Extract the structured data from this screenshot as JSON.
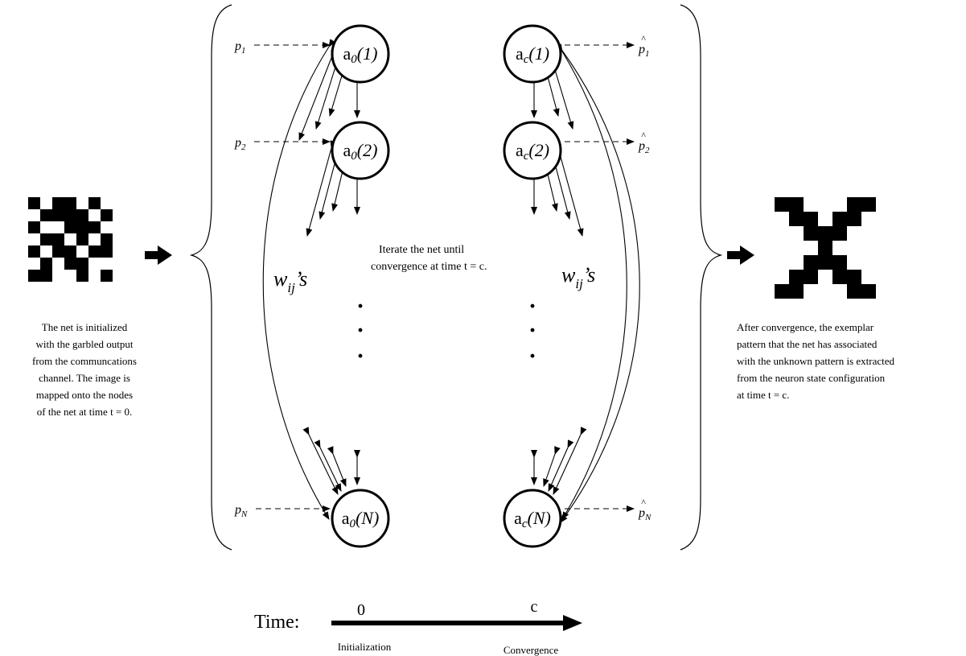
{
  "inputs": [
    "p",
    "p",
    "p"
  ],
  "input_subscripts": [
    "1",
    "2",
    "N"
  ],
  "outputs": [
    "p",
    "p",
    "p"
  ],
  "output_hat": "^",
  "output_subscripts": [
    "1",
    "2",
    "N"
  ],
  "node_base": "a",
  "node_initial_sub": "0",
  "node_final_sub": "c",
  "node_args": [
    "(1)",
    "(2)",
    "(N)"
  ],
  "weights": {
    "w": "w",
    "sub": "ij",
    "suffix": "’s"
  },
  "center_text": [
    "Iterate the net until",
    "convergence at time t = c."
  ],
  "ellipsis": "·",
  "left_caption": [
    "The net is initialized",
    "with the garbled output",
    "from the communcations",
    "channel. The image is",
    "mapped onto the nodes",
    "of the net at time t = 0."
  ],
  "right_caption": [
    "After convergence, the exemplar",
    "pattern that the net has associated",
    "with the unknown pattern is extracted",
    "from the neuron state configuration",
    "at time t = c."
  ],
  "timeline": {
    "label": "Time:",
    "start_tick": "0",
    "end_tick": "c",
    "start_label": "Initialization",
    "end_label": "Convergence"
  },
  "garbled_pattern": [
    [
      1,
      0,
      1,
      1,
      0,
      1,
      0
    ],
    [
      0,
      1,
      1,
      1,
      1,
      0,
      1
    ],
    [
      1,
      0,
      0,
      1,
      1,
      1,
      0
    ],
    [
      0,
      1,
      1,
      0,
      1,
      0,
      1
    ],
    [
      1,
      0,
      1,
      1,
      0,
      1,
      1
    ],
    [
      0,
      1,
      0,
      1,
      1,
      0,
      0
    ],
    [
      1,
      1,
      0,
      0,
      1,
      0,
      1
    ]
  ],
  "exemplar_pattern": [
    [
      1,
      1,
      0,
      0,
      0,
      1,
      1
    ],
    [
      0,
      1,
      1,
      0,
      1,
      1,
      0
    ],
    [
      0,
      0,
      1,
      1,
      1,
      0,
      0
    ],
    [
      0,
      0,
      0,
      1,
      0,
      0,
      0
    ],
    [
      0,
      0,
      1,
      1,
      1,
      0,
      0
    ],
    [
      0,
      1,
      1,
      0,
      1,
      1,
      0
    ],
    [
      1,
      1,
      0,
      0,
      0,
      1,
      1
    ]
  ],
  "colors": {
    "ink": "#000000",
    "paper": "#ffffff"
  }
}
